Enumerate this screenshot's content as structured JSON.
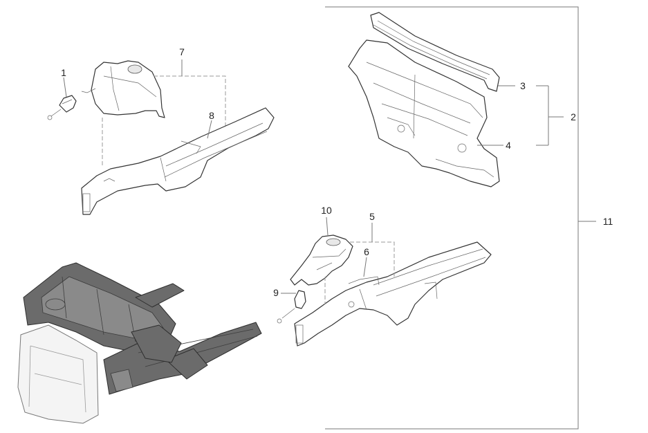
{
  "callouts": {
    "c1": "1",
    "c2": "2",
    "c3": "3",
    "c4": "4",
    "c5": "5",
    "c6": "6",
    "c7": "7",
    "c8": "8",
    "c9": "9",
    "c10": "10",
    "c11": "11"
  },
  "colors": {
    "line": "#333333",
    "leader": "#777777",
    "assembly_fill": "#6b6b6b",
    "background": "#ffffff"
  }
}
